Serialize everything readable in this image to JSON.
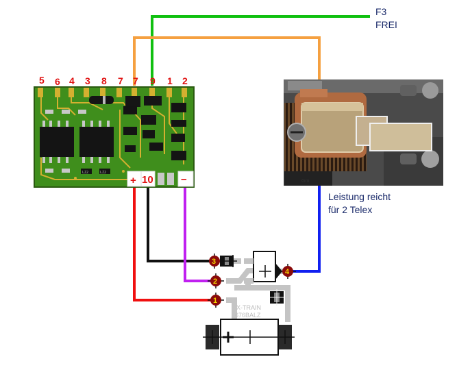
{
  "labels": {
    "f3": "F3",
    "frei": "FREI",
    "power_line1": "Leistung reicht",
    "power_line2": "für 2 Telex",
    "pcb_line1": "X-TRAIN",
    "pcb_line2": "676BALZ"
  },
  "decoder": {
    "top_pins": [
      "5",
      "6",
      "4",
      "3",
      "8",
      "7",
      "7",
      "9",
      "1",
      "2"
    ],
    "bottom_pads": [
      "+",
      "10",
      "−"
    ],
    "chip_text": [
      "LZ2",
      "LZ2"
    ]
  },
  "nodes": [
    "1",
    "2",
    "3",
    "4"
  ],
  "wire_colors": {
    "f3_green": "#10c010",
    "orange": "#f5a040",
    "blue": "#1020f0",
    "plus_red": "#f01010",
    "black": "#101010",
    "minus_purple": "#c020f0"
  }
}
